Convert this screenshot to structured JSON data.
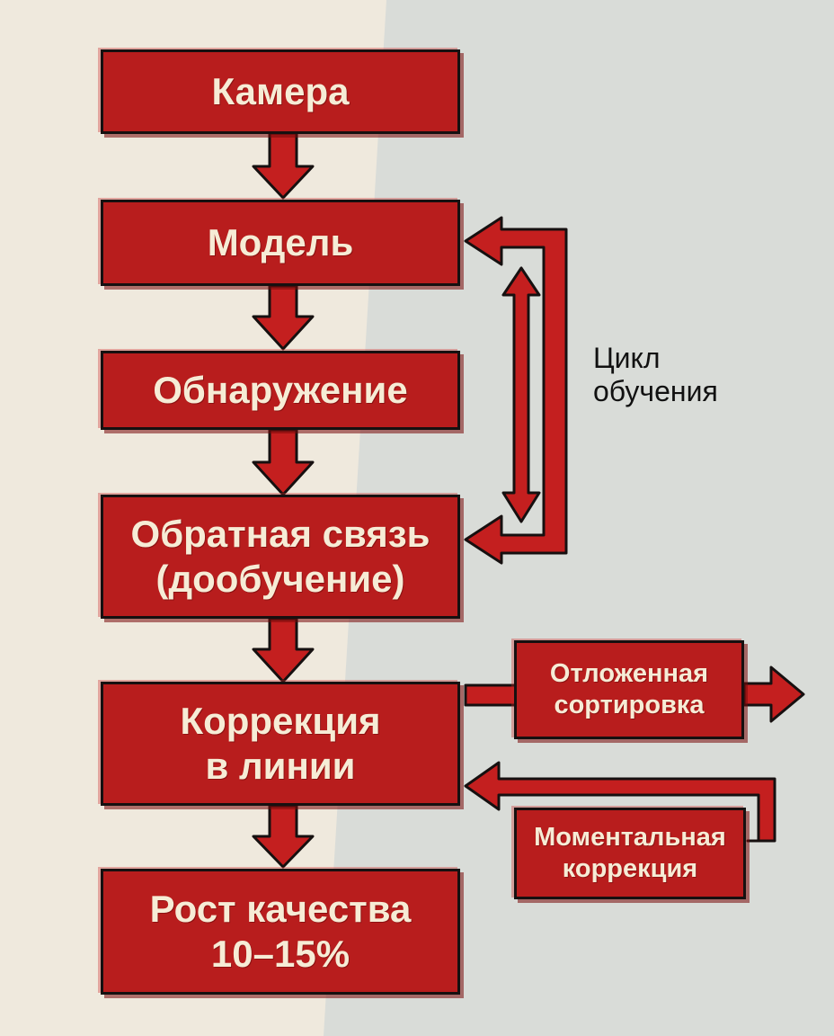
{
  "diagram": {
    "nodes": {
      "camera": {
        "lines": [
          "Камера"
        ]
      },
      "model": {
        "lines": [
          "Модель"
        ]
      },
      "detection": {
        "lines": [
          "Обнаружение"
        ]
      },
      "feedback": {
        "lines": [
          "Обратная связь",
          "(дообучение)"
        ]
      },
      "correction": {
        "lines": [
          "Коррекция",
          "в линии"
        ]
      },
      "quality": {
        "lines": [
          "Рост качества",
          "10–15%"
        ]
      },
      "deferred": {
        "lines": [
          "Отложенная",
          "сортировка"
        ]
      },
      "instant": {
        "lines": [
          "Моментальная",
          "коррекция"
        ]
      }
    },
    "loop_label": {
      "lines": [
        "Цикл",
        "обучения"
      ]
    },
    "edges": [
      {
        "from": "camera",
        "to": "model"
      },
      {
        "from": "model",
        "to": "detection"
      },
      {
        "from": "detection",
        "to": "feedback"
      },
      {
        "from": "feedback",
        "to": "correction"
      },
      {
        "from": "correction",
        "to": "quality"
      },
      {
        "from": "correction",
        "to": "deferred"
      },
      {
        "from": "instant",
        "to": "correction"
      },
      {
        "from": "model",
        "to": "feedback",
        "bidirectional": true
      }
    ],
    "colors": {
      "box": "#b81d1d",
      "box_text": "#f6ecd6",
      "outline": "#161010"
    }
  }
}
